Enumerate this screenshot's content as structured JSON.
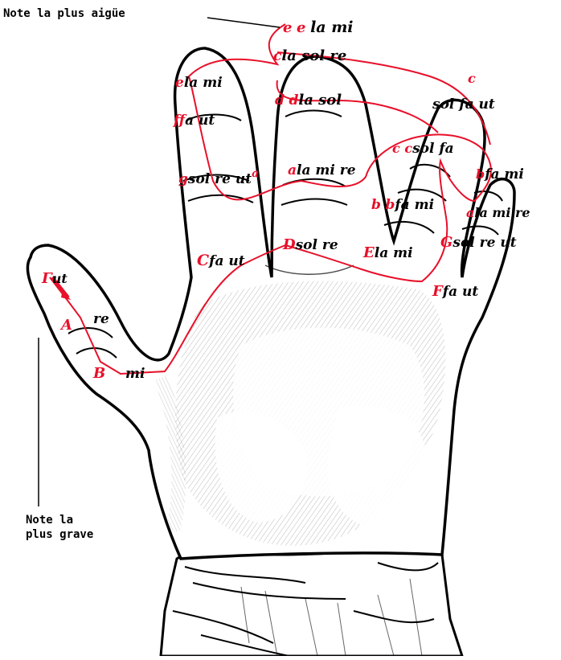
{
  "callouts": {
    "highest": "Note la plus aigüe",
    "lowest_line1": "Note la",
    "lowest_line2": "plus grave"
  },
  "colors": {
    "ink": "#000000",
    "path": "#e8102a",
    "paper": "#ffffff"
  },
  "labels": [
    {
      "letter": "e",
      "syllables": "la mi"
    },
    {
      "letter": "e",
      "syllables": ""
    },
    {
      "letter": "c",
      "syllables": "la sol re"
    },
    {
      "letter": "d",
      "syllables": "la sol"
    },
    {
      "letter": "d",
      "syllables": ""
    },
    {
      "letter": "e",
      "syllables": "la mi"
    },
    {
      "letter": "f",
      "syllables": "fa ut"
    },
    {
      "letter": "g",
      "syllables": "sol re ut"
    },
    {
      "letter": "a",
      "syllables": ""
    },
    {
      "letter": "a",
      "syllables": "la mi re"
    },
    {
      "letter": "c",
      "syllables": "sol fa ut"
    },
    {
      "letter": "c",
      "syllables": "sol fa"
    },
    {
      "letter": "c",
      "syllables": ""
    },
    {
      "letter": "b",
      "syllables": "fa mi"
    },
    {
      "letter": "b",
      "syllables": "fa mi"
    },
    {
      "letter": "b",
      "syllables": ""
    },
    {
      "letter": "a",
      "syllables": "la mi re"
    },
    {
      "letter": "C",
      "syllables": "fa ut"
    },
    {
      "letter": "D",
      "syllables": "sol re"
    },
    {
      "letter": "E",
      "syllables": "la mi"
    },
    {
      "letter": "G",
      "syllables": "sol re ut"
    },
    {
      "letter": "F",
      "syllables": "fa ut"
    },
    {
      "letter": "Γ",
      "syllables": "ut"
    },
    {
      "letter": "A",
      "syllables": "re"
    },
    {
      "letter": "B",
      "syllables": "mi"
    }
  ]
}
